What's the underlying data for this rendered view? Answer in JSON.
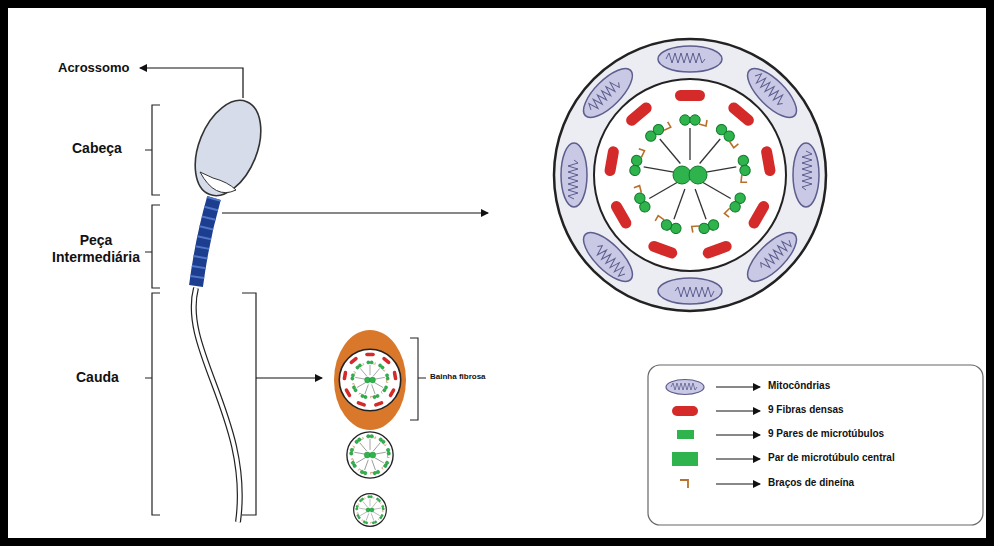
{
  "diagram": {
    "labels": [
      "Acrossomo",
      "Cabeça",
      "Peça Intermediária",
      "Cauda",
      "Bainha fibrosa"
    ],
    "legend": [
      {
        "text": "Mitocôndrias"
      },
      {
        "text": "9 Fibras densas",
        "color": "#d42a2a"
      },
      {
        "text": "9 Pares de microtúbulos",
        "color": "#2fb34c"
      },
      {
        "text": "Par de microtúbulo central",
        "color": "#2fb34c"
      },
      {
        "text": "Braços de dineína"
      }
    ]
  }
}
